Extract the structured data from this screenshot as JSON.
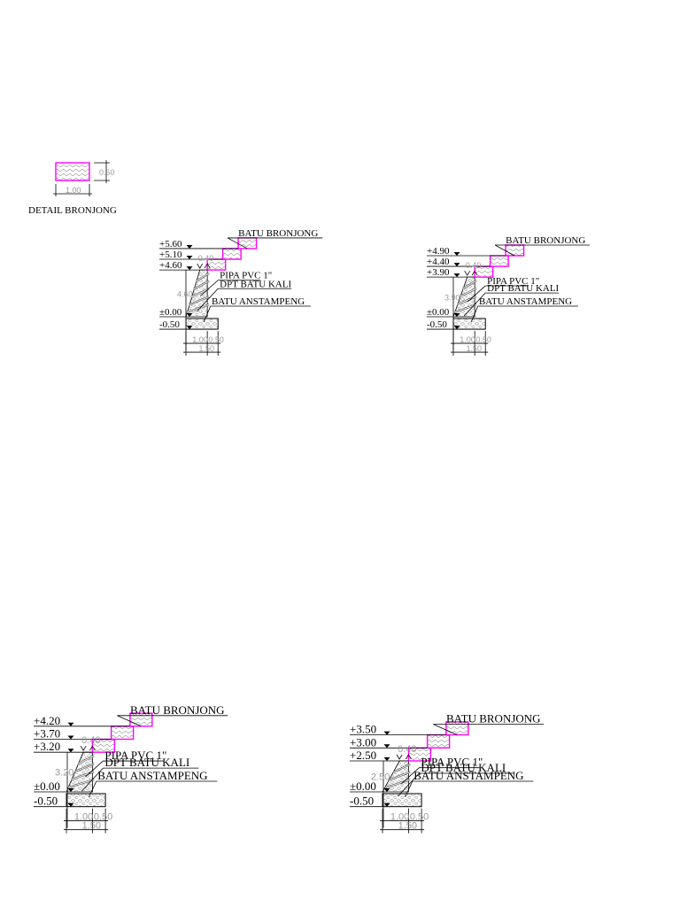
{
  "colors": {
    "gabion": "#ff00ff",
    "line": "#000000",
    "dimension": "#9a9a9a"
  },
  "detail": {
    "title": "DETAIL BRONJONG",
    "width": "1.00",
    "height": "0.50"
  },
  "sections": [
    {
      "id": "s1",
      "levels": [
        "+5.60",
        "+5.10",
        "+4.60",
        "±0.00",
        "-0.50"
      ],
      "height": "4.60",
      "top_width": "0.40",
      "labels": {
        "bronjong": "BATU BRONJONG",
        "pvc": "PIPA PVC 1\"",
        "dpt": "DPT BATU KALI",
        "anstampeng": "BATU ANSTAMPENG"
      },
      "base": {
        "left": "1.00",
        "right": "0.50",
        "total": "1.50"
      }
    },
    {
      "id": "s2",
      "levels": [
        "+4.90",
        "+4.40",
        "+3.90",
        "±0.00",
        "-0.50"
      ],
      "height": "3.90",
      "top_width": "0.40",
      "labels": {
        "bronjong": "BATU BRONJONG",
        "pvc": "PIPA PVC 1\"",
        "dpt": "DPT BATU KALI",
        "anstampeng": "BATU ANSTAMPENG"
      },
      "base": {
        "left": "1.00",
        "right": "0.50",
        "total": "1.50"
      }
    },
    {
      "id": "s3",
      "levels": [
        "+4.20",
        "+3.70",
        "+3.20",
        "±0.00",
        "-0.50"
      ],
      "height": "3.20",
      "top_width": "0.40",
      "labels": {
        "bronjong": "BATU BRONJONG",
        "pvc": "PIPA PVC 1\"",
        "dpt": "DPT BATU KALI",
        "anstampeng": "BATU ANSTAMPENG"
      },
      "base": {
        "left": "1.00",
        "right": "0.50",
        "total": "1.50"
      }
    },
    {
      "id": "s4",
      "levels": [
        "+3.50",
        "+3.00",
        "+2.50",
        "±0.00",
        "-0.50"
      ],
      "height": "2.50",
      "top_width": "0.40",
      "labels": {
        "bronjong": "BATU BRONJONG",
        "pvc": "PIPA PVC 1\"",
        "dpt": "DPT BATU KALI",
        "anstampeng": "BATU ANSTAMPENG"
      },
      "base": {
        "left": "1.00",
        "right": "0.50",
        "total": "1.50"
      }
    }
  ]
}
